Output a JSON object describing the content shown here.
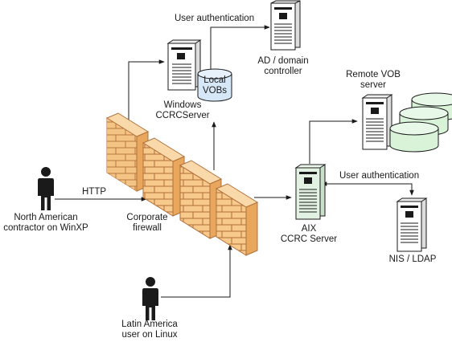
{
  "labels": {
    "user_auth_top": "User authentication",
    "ad_line1": "AD / domain",
    "ad_line2": "controller",
    "local_vobs_line1": "Local",
    "local_vobs_line2": "VOBs",
    "windows_line1": "Windows",
    "windows_line2": "CCRCServer",
    "remote_vob_line1": "Remote VOB",
    "remote_vob_line2": "server",
    "http": "HTTP",
    "na_line1": "North American",
    "na_line2": "contractor on WinXP",
    "firewall_line1": "Corporate",
    "firewall_line2": "firewall",
    "user_auth_right": "User authentication",
    "aix_line1": "AIX",
    "aix_line2": "CCRC Server",
    "nis": "NIS / LDAP",
    "la_line1": "Latin America",
    "la_line2": "user on Linux"
  },
  "colors": {
    "brick": "#f7c98b",
    "brick_line": "#b0703a",
    "vob_fill": "#d6e8f7",
    "remote_vob_fill": "#d9f3d9",
    "server_fill": "#ffffff",
    "aix_server_fill": "#e2f2e2",
    "line": "#1a1a1a"
  }
}
